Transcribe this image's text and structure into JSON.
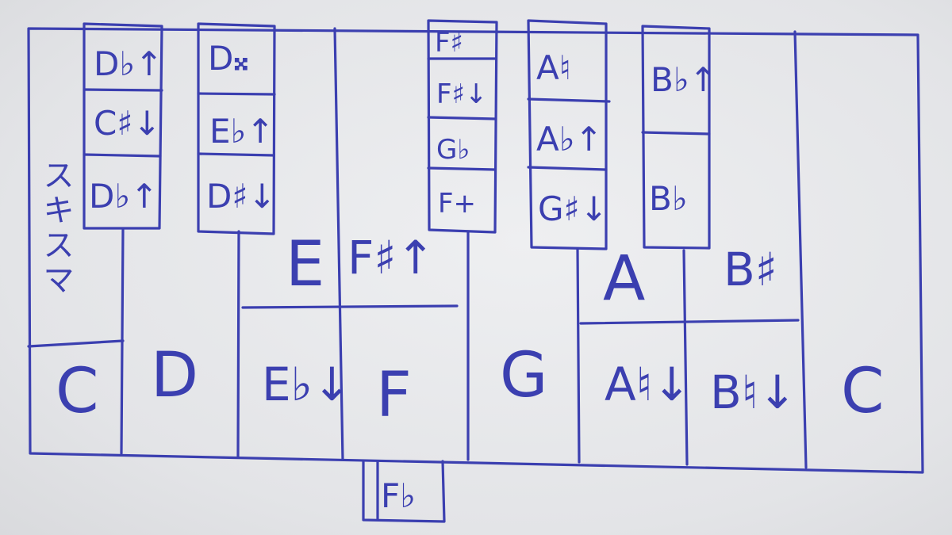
{
  "diagram": {
    "ink_color": "#3b3fb0",
    "paper_color": "#e6e7e9",
    "side_label": "スキスマ",
    "naturals": {
      "c_low": "C",
      "d": "D",
      "e_flat_natural": "E♭↓",
      "e": "E",
      "f_sharp_natural": "F♯↑",
      "f": "F",
      "g": "G",
      "a": "A",
      "a_natural": "A♮↓",
      "b_natural_down": "B♮↓",
      "b_sharp": "B♯",
      "c_high": "C"
    },
    "black_key_1": [
      "D♭↑",
      "C♯↓",
      "D♭↑"
    ],
    "black_key_2": [
      "D𝄪",
      "E♭↑",
      "D♯↓"
    ],
    "black_key_3": [
      "F♯",
      "F♯↓",
      "G♭",
      "F+"
    ],
    "black_key_4": [
      "A♮",
      "A♭↑",
      "G♯↓"
    ],
    "black_key_5": [
      "B♭↑",
      "B♭"
    ],
    "below_box": "F♭"
  }
}
